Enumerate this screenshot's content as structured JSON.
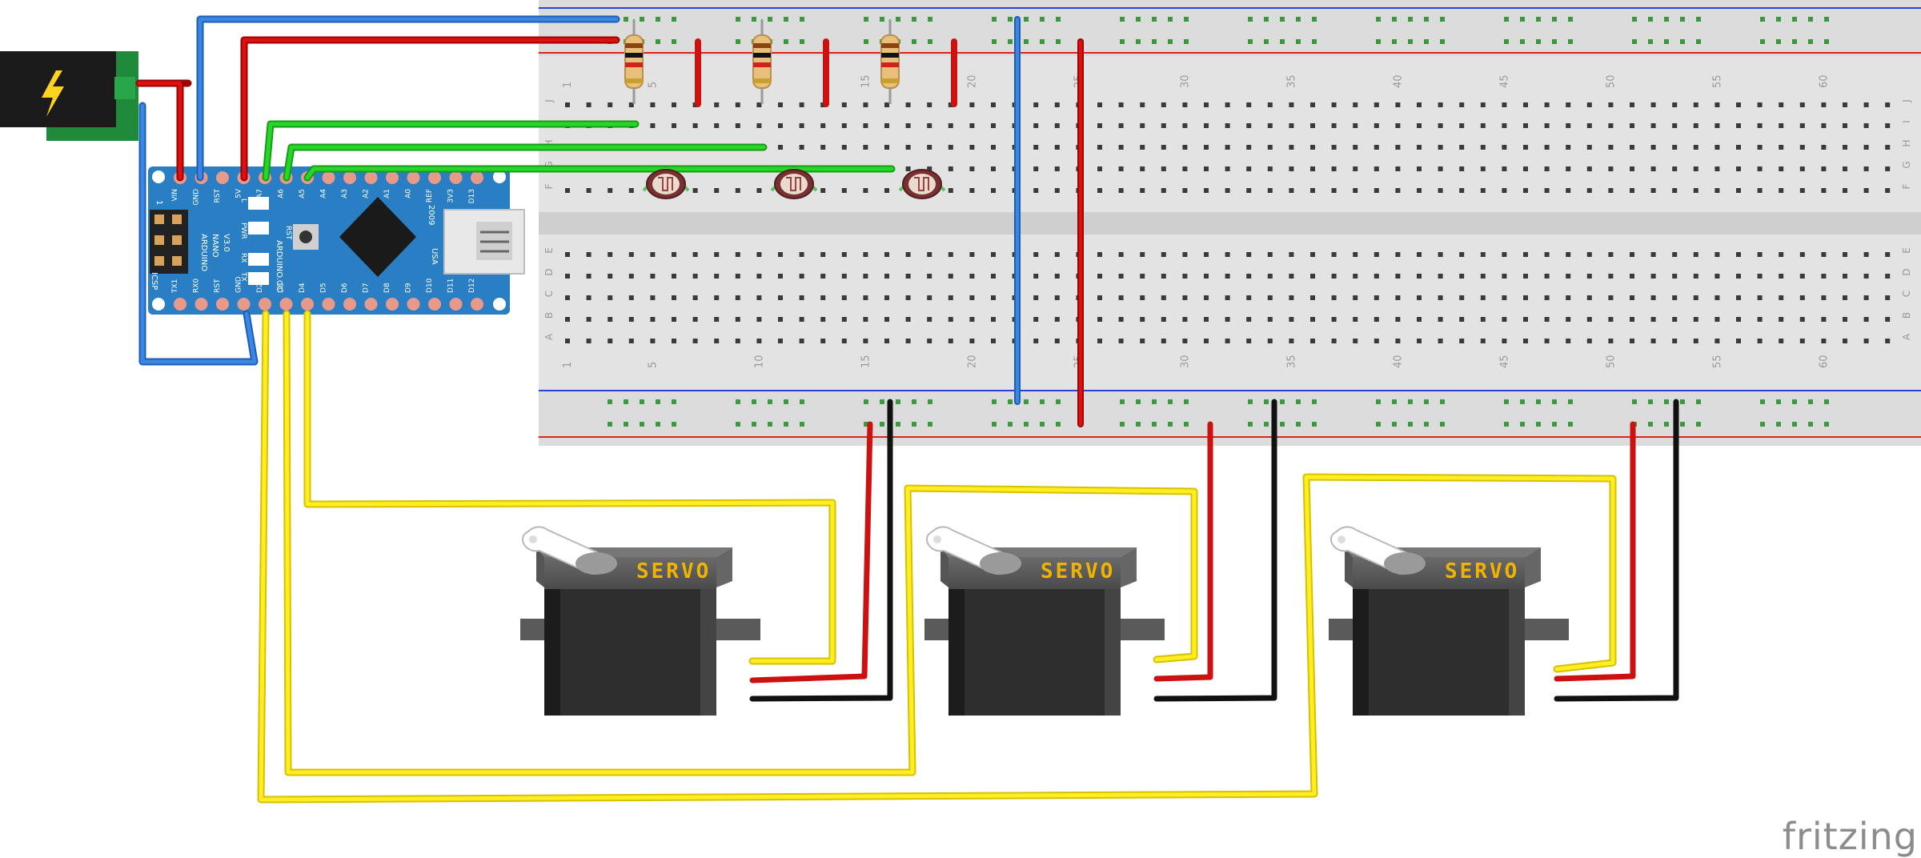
{
  "watermark": "fritzing",
  "arduino": {
    "board_lines": [
      "ARDUINO",
      "NANO",
      "V3.0"
    ],
    "made_in": "2009",
    "brand": "ARDUINO.CC",
    "country": "USA",
    "icsp_label": "ICSP",
    "icsp_num": "1",
    "led_labels": [
      "L",
      "PWR",
      "RX",
      "TX"
    ],
    "rst_label": "RST",
    "top_pins": [
      "VIN",
      "GND",
      "RST",
      "5V",
      "A7",
      "A6",
      "A5",
      "A4",
      "A3",
      "A2",
      "A1",
      "A0",
      "REF",
      "3V3",
      "D13"
    ],
    "bottom_pins": [
      "TX1",
      "RX0",
      "RST",
      "GND",
      "D2",
      "D3",
      "D4",
      "D5",
      "D6",
      "D7",
      "D8",
      "D9",
      "D10",
      "D11",
      "D12"
    ]
  },
  "breadboard": {
    "column_numbers": [
      "1",
      "5",
      "10",
      "15",
      "20",
      "25",
      "30",
      "35",
      "40",
      "45",
      "50",
      "55",
      "60"
    ],
    "row_letters_top": [
      "J",
      "I",
      "H",
      "G",
      "F"
    ],
    "row_letters_bottom": [
      "E",
      "D",
      "C",
      "B",
      "A"
    ]
  },
  "servos": [
    {
      "label": "SERVO"
    },
    {
      "label": "SERVO"
    },
    {
      "label": "SERVO"
    }
  ],
  "colors": {
    "wire_blue": "#3a7bd5",
    "wire_red": "#cc1111",
    "wire_green": "#22cc22",
    "wire_yellow": "#ffee22",
    "wire_black": "#111111",
    "board_blue": "#2a7fc4",
    "breadboard": "#e0e0e0",
    "servo_body": "#3a3a3a",
    "servo_label": "#f0b400"
  }
}
